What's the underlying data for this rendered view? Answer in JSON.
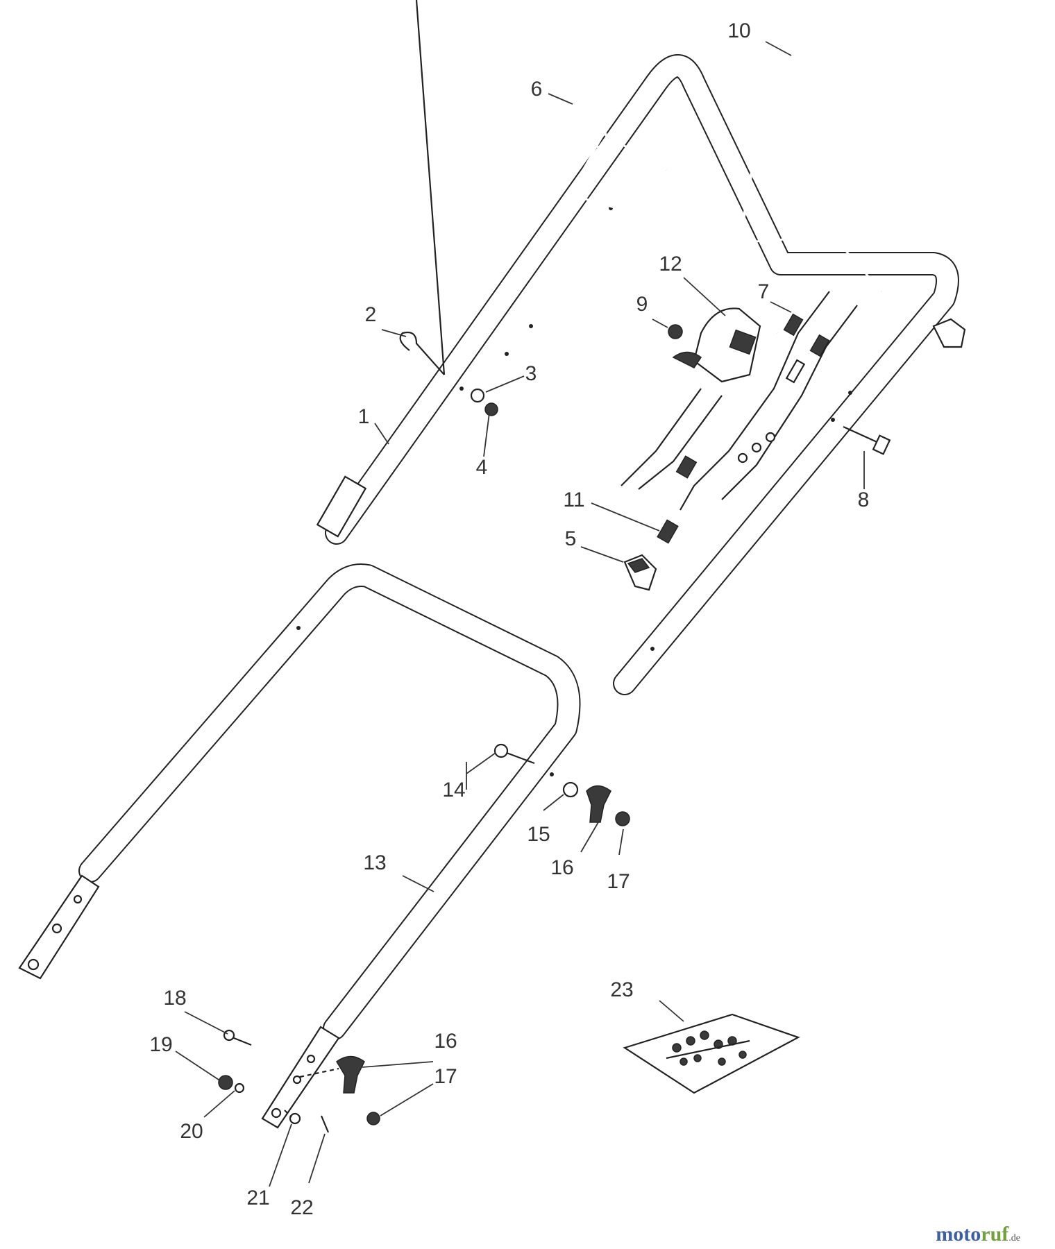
{
  "labels": [
    "1",
    "2",
    "3",
    "4",
    "5",
    "6",
    "7",
    "8",
    "9",
    "10",
    "11",
    "12",
    "13",
    "14",
    "15",
    "16",
    "17",
    "18",
    "19",
    "20",
    "21",
    "22",
    "23"
  ],
  "labels_second": {
    "16": "16",
    "17": "17"
  },
  "watermark": {
    "part1": "moto",
    "part2": "ruf",
    "suffix": ".de"
  },
  "colors": {
    "line": "#222222",
    "label": "#333333",
    "brand_blue": "#3a5fa8",
    "brand_green": "#6fa23a",
    "brand_suffix": "#555555"
  }
}
